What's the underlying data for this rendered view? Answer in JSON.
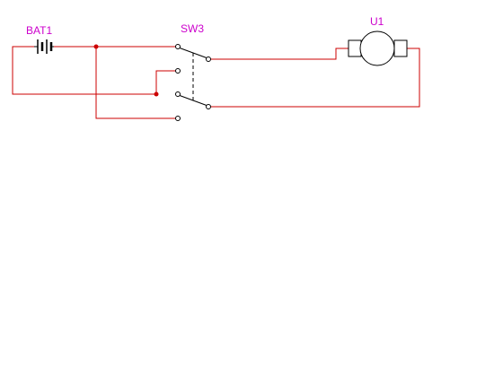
{
  "labels": {
    "battery": "BAT1",
    "switch": "SW3",
    "motor": "U1"
  },
  "colors": {
    "wire": "#cc0000",
    "component": "#000000",
    "label": "#cc00cc",
    "junction": "#cc0000",
    "background": "#ffffff"
  }
}
